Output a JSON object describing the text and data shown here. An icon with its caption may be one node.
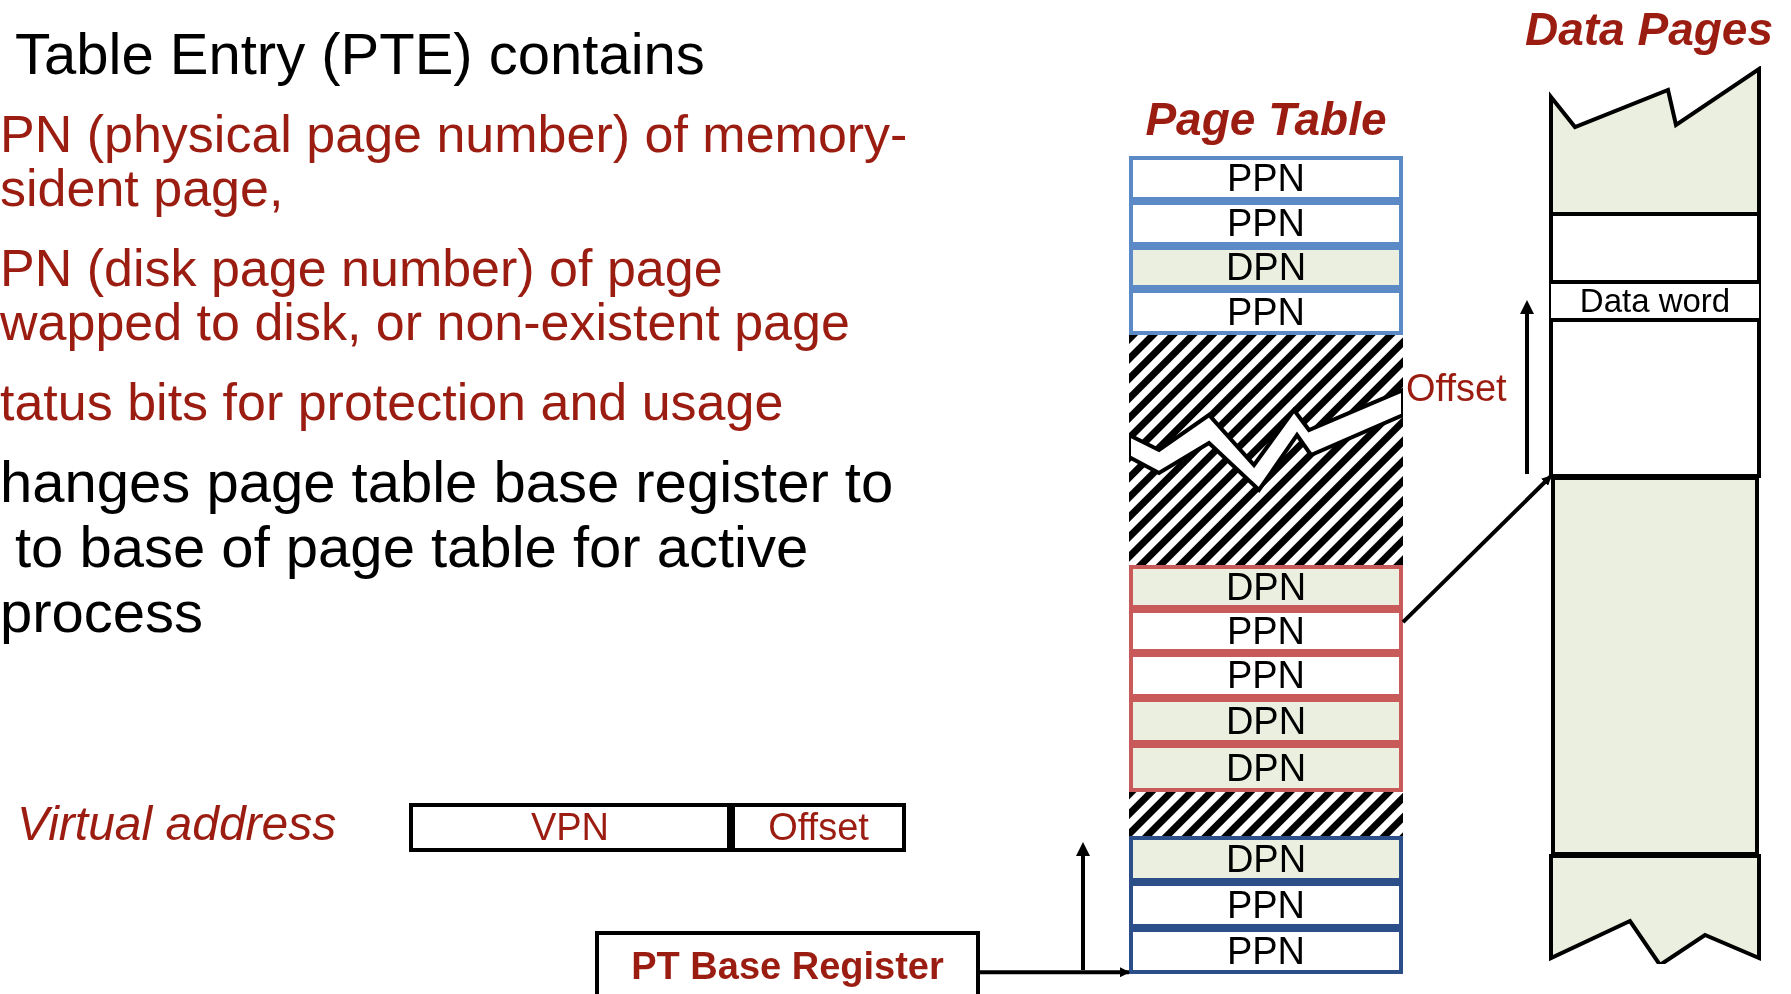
{
  "diagram": {
    "nodes": [
      {
        "text": [
          "Page Table"
        ]
      },
      {
        "text": [
          "PPN"
        ],
        "in": 0
      },
      {
        "text": [
          "PPN"
        ],
        "in": 0
      },
      {
        "text": [
          "DPN"
        ],
        "in": 0
      },
      {
        "text": [
          "PPN"
        ],
        "in": 0
      },
      {
        "text": [
          "DPN"
        ],
        "in": 0
      },
      {
        "text": [
          "PPN"
        ],
        "in": 0
      },
      {
        "text": [
          "PPN"
        ],
        "in": 0
      },
      {
        "text": [
          "DPN"
        ],
        "in": 0
      },
      {
        "text": [
          "DPN"
        ],
        "in": 0
      },
      {
        "text": [
          "DPN"
        ],
        "in": 0
      },
      {
        "text": [
          "PPN"
        ],
        "in": 0
      },
      {
        "text": [
          "PPN"
        ],
        "in": 0
      },
      {
        "text": [
          "Data Pages"
        ]
      },
      {
        "text": [
          "Data word"
        ],
        "in": 13
      },
      {
        "text": [],
        "shape": "box",
        "in": 13
      },
      {
        "text": [
          "VPN"
        ]
      },
      {
        "text": [
          "Offset"
        ]
      },
      {
        "text": [
          "PT Base Register"
        ]
      }
    ],
    "edges": [
      {
        "from": 18,
        "to": 12,
        "arrow": "to"
      },
      {
        "from": 6,
        "to": 15,
        "arrow": "to"
      }
    ],
    "labels": [
      "Table Entry (PTE) contains",
      "PN (physical page number) of memory-",
      "sident page,",
      "PN (disk page number) of page",
      "wapped to disk, or non-existent page",
      "tatus bits for protection and usage",
      "hanges page table base register to",
      "to base of page table for active",
      "process",
      "Offset",
      "Virtual address"
    ]
  }
}
